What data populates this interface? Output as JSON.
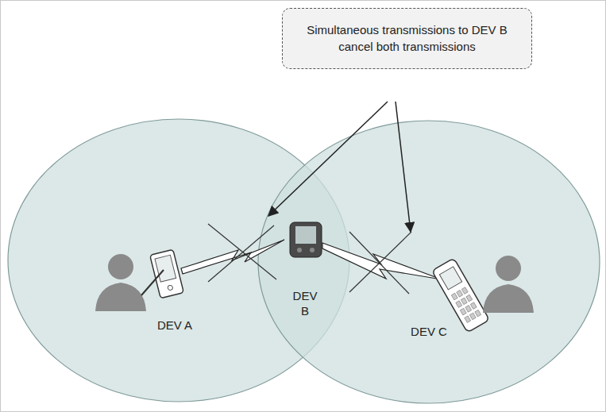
{
  "diagram": {
    "nodes": [
      {
        "text": [
          "Simultaneous transmissions to DEV B cancel both transmissions"
        ]
      }
    ],
    "labels": [
      "DEV A",
      "DEV B",
      "DEV C"
    ]
  }
}
